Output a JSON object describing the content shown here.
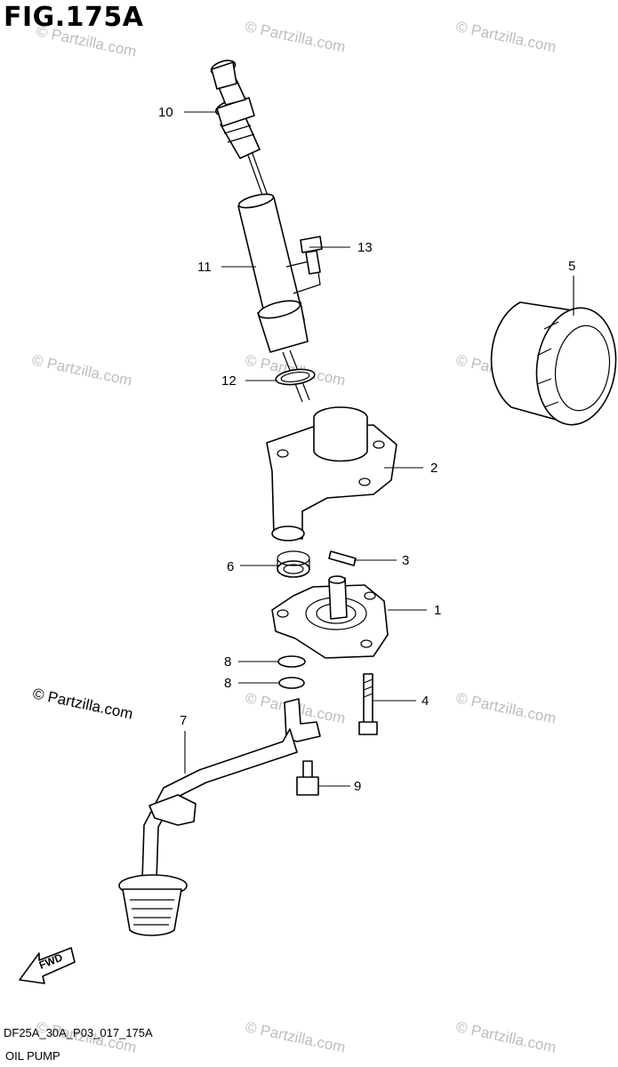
{
  "figure": {
    "title": "FIG.175A",
    "code": "DF25A_30A_P03_017_175A",
    "name": "OIL PUMP"
  },
  "callouts": [
    "1",
    "2",
    "3",
    "4",
    "5",
    "6",
    "7",
    "8",
    "8",
    "9",
    "10",
    "11",
    "12",
    "13"
  ],
  "watermark": {
    "text": "© Partzilla.com",
    "color": "#bdbdbd"
  },
  "fwd_label": "FWD"
}
